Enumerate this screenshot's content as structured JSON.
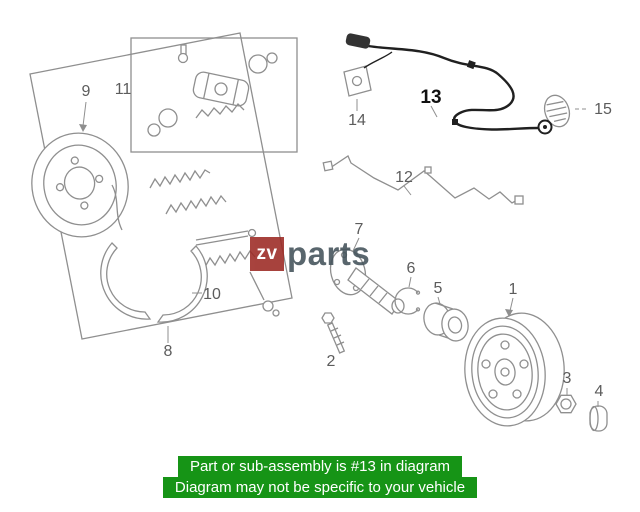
{
  "diagram": {
    "labels": {
      "1": "1",
      "2": "2",
      "3": "3",
      "4": "4",
      "5": "5",
      "6": "6",
      "7": "7",
      "8": "8",
      "9": "9",
      "10": "10",
      "11": "11",
      "12": "12",
      "13": "13",
      "14": "14",
      "15": "15"
    },
    "highlighted_part": "13",
    "line_color": "#8f8f8f",
    "highlight_color": "#202020"
  },
  "watermark": {
    "logo": "zv",
    "name": "parts",
    "logo_bg": "#9c2923",
    "name_color": "#43525a"
  },
  "banner": {
    "line1": "Part or sub-assembly is #13 in diagram",
    "line2": "Diagram may not be specific to your vehicle",
    "bg": "#169416",
    "text_color": "#ffffff"
  }
}
